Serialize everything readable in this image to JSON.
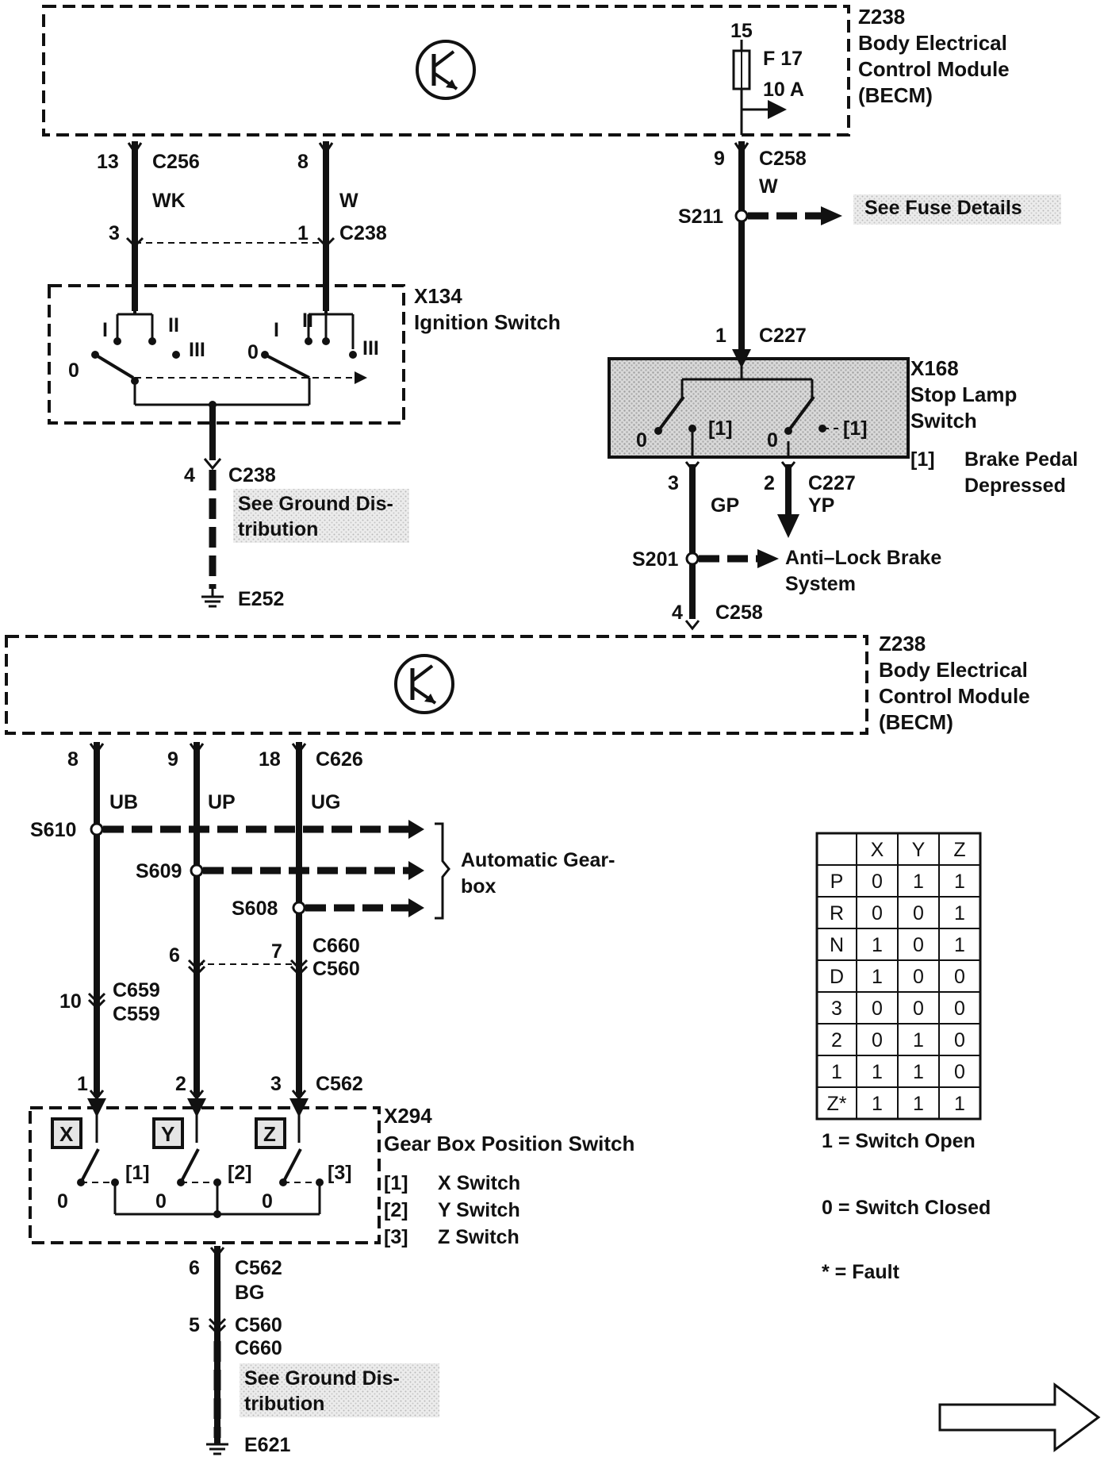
{
  "becm_top": {
    "id": "Z238",
    "name_l1": "Body Electrical",
    "name_l2": "Control Module",
    "name_l3": "(BECM)",
    "fuse_pin": "15",
    "fuse_id": "F 17",
    "fuse_rating": "10 A"
  },
  "ignition": {
    "pin_wk_top": "13",
    "conn_c256": "C256",
    "wire_wk": "WK",
    "pin_w_top": "8",
    "wire_w": "W",
    "pin_wk_c238": "3",
    "pin_w_c238": "1",
    "conn_c238": "C238",
    "switch_id": "X134",
    "switch_name": "Ignition Switch",
    "pos_i": "I",
    "pos_ii": "II",
    "pos_iii": "III",
    "pos_0": "0",
    "ground_pin": "4",
    "ground_conn": "C238",
    "ground_note_l1": "See Ground Dis-",
    "ground_note_l2": "tribution",
    "ground_id": "E252"
  },
  "stoplamp": {
    "pin_top": "9",
    "conn_top": "C258",
    "wire_top": "W",
    "splice": "S211",
    "fuse_note": "See Fuse Details",
    "pin_c227": "1",
    "conn_c227": "C227",
    "switch_id": "X168",
    "switch_name_l1": "Stop Lamp",
    "switch_name_l2": "Switch",
    "state_0": "0",
    "state_1": "[1]",
    "note_key": "[1]",
    "note_l1": "Brake Pedal",
    "note_l2": "Depressed",
    "pin_gp": "3",
    "wire_gp": "GP",
    "pin_yp": "2",
    "conn_yp": "C227",
    "wire_yp": "YP",
    "splice_abs": "S201",
    "abs_l1": "Anti–Lock Brake",
    "abs_l2": "System",
    "pin_bottom": "4",
    "conn_bottom": "C258"
  },
  "becm_bottom": {
    "id": "Z238",
    "name_l1": "Body Electrical",
    "name_l2": "Control Module",
    "name_l3": "(BECM)"
  },
  "gearbox": {
    "pin_ub": "8",
    "pin_up": "9",
    "pin_ug": "18",
    "conn_c626": "C626",
    "wire_ub": "UB",
    "wire_up": "UP",
    "wire_ug": "UG",
    "splice_ub": "S610",
    "splice_up": "S609",
    "splice_ug": "S608",
    "auto_l1": "Automatic Gear-",
    "auto_l2": "box",
    "pin_c660_up": "6",
    "pin_c660_ug": "7",
    "conn_c660": "C660",
    "conn_c560": "C560",
    "pin_c659": "10",
    "conn_c659": "C659",
    "conn_c559": "C559",
    "pin_x": "1",
    "pin_y": "2",
    "pin_z": "3",
    "conn_c562": "C562",
    "switch_id": "X294",
    "switch_name": "Gear Box Position Switch",
    "box_x": "X",
    "box_y": "Y",
    "box_z": "Z",
    "state_0": "0",
    "k1": "[1]",
    "k2": "[2]",
    "k3": "[3]",
    "legend_x": "X Switch",
    "legend_y": "Y Switch",
    "legend_z": "Z Switch",
    "ground_pin": "6",
    "ground_conn": "C562",
    "ground_wire": "BG",
    "c560_pin": "5",
    "c560_conn": "C560",
    "c660_conn": "C660",
    "ground_note_l1": "See Ground Dis-",
    "ground_note_l2": "tribution",
    "ground_id": "E621"
  },
  "truth_table": {
    "headers": [
      "",
      "X",
      "Y",
      "Z"
    ],
    "rows": [
      [
        "P",
        "0",
        "1",
        "1"
      ],
      [
        "R",
        "0",
        "0",
        "1"
      ],
      [
        "N",
        "1",
        "0",
        "1"
      ],
      [
        "D",
        "1",
        "0",
        "0"
      ],
      [
        "3",
        "0",
        "0",
        "0"
      ],
      [
        "2",
        "0",
        "1",
        "0"
      ],
      [
        "1",
        "1",
        "1",
        "0"
      ],
      [
        "Z*",
        "1",
        "1",
        "1"
      ]
    ],
    "legend_open": "1 =  Switch Open",
    "legend_closed": "0 =  Switch Closed",
    "legend_fault": "* =   Fault"
  }
}
